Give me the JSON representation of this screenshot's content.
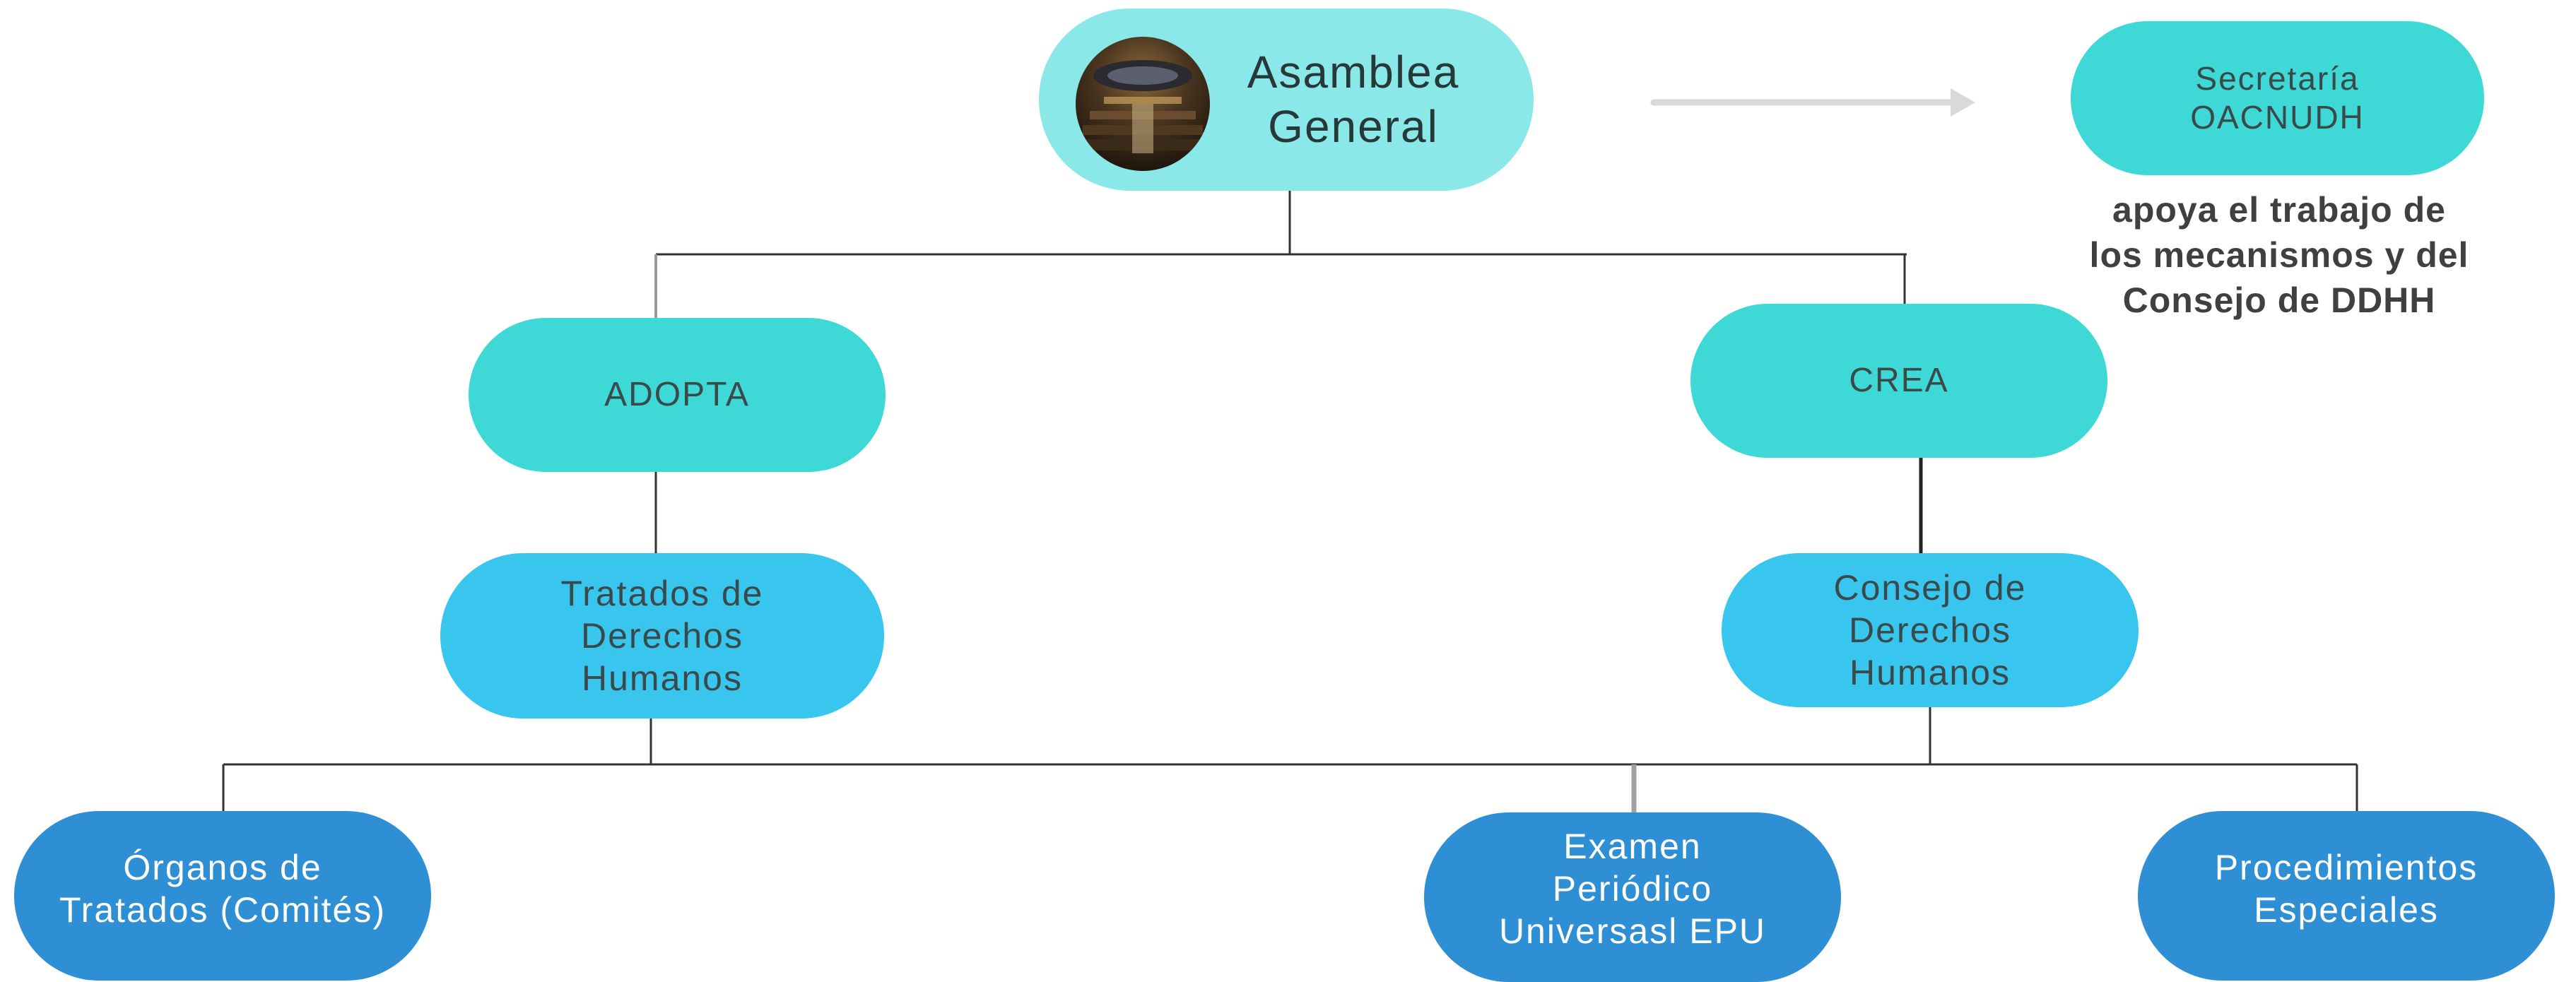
{
  "nodes": {
    "asamblea": {
      "label": "Asamblea\nGeneral"
    },
    "secretaria": {
      "label": "Secretaría\nOACNUDH"
    },
    "secretaria_note": "apoya el trabajo de\nlos mecanismos y del\nConsejo de DDHH",
    "adopta": {
      "label": "ADOPTA"
    },
    "crea": {
      "label": "CREA"
    },
    "tratados": {
      "label": "Tratados de\nDerechos\nHumanos"
    },
    "consejo": {
      "label": "Consejo de\nDerechos\nHumanos"
    },
    "organos": {
      "label": "Órganos de\nTratados (Comités)"
    },
    "epu": {
      "label": "Examen\nPeriódico\nUniversasl EPU"
    },
    "procedimientos": {
      "label": "Procedimientos\nEspeciales"
    }
  },
  "colors": {
    "light_teal": "#8ae8e8",
    "teal": "#3ed9d6",
    "cyan": "#38c6ee",
    "blue": "#2e8fd4",
    "connector": "#333333",
    "arrow": "#d9d9d9"
  }
}
